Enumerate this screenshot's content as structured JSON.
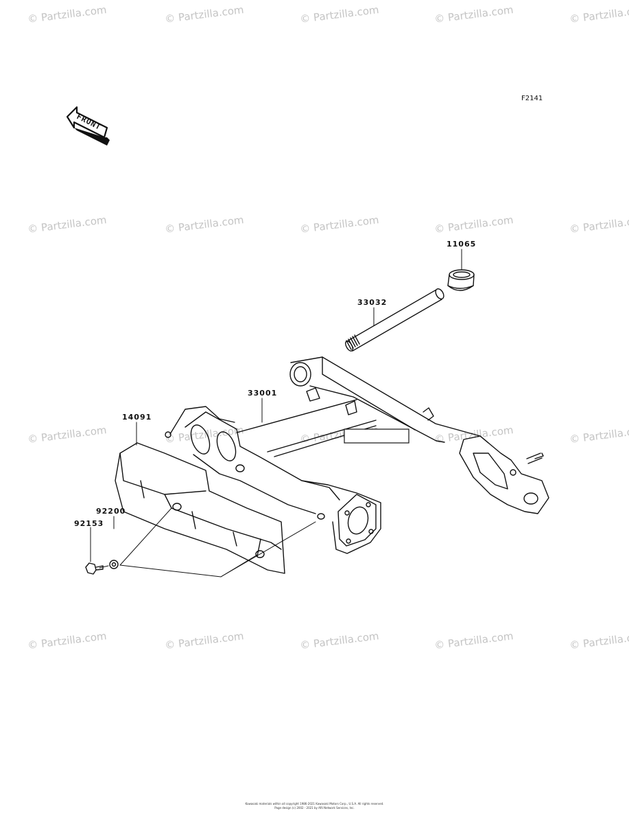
{
  "figure_code": "F2141",
  "front_label": "FRONT",
  "watermark": "© Partzilla.com",
  "parts": {
    "p11065": "11065",
    "p33032": "33032",
    "p33001": "33001",
    "p14091": "14091",
    "p92200": "92200",
    "p92153": "92153"
  },
  "footer": {
    "line1": "Kawasaki materials within all copyright 1986-2021 Kawasaki Motors Corp., U.S.A. All rights reserved.",
    "line2": "Page design (c) 2002 - 2021 by ARI Network Services, Inc."
  }
}
